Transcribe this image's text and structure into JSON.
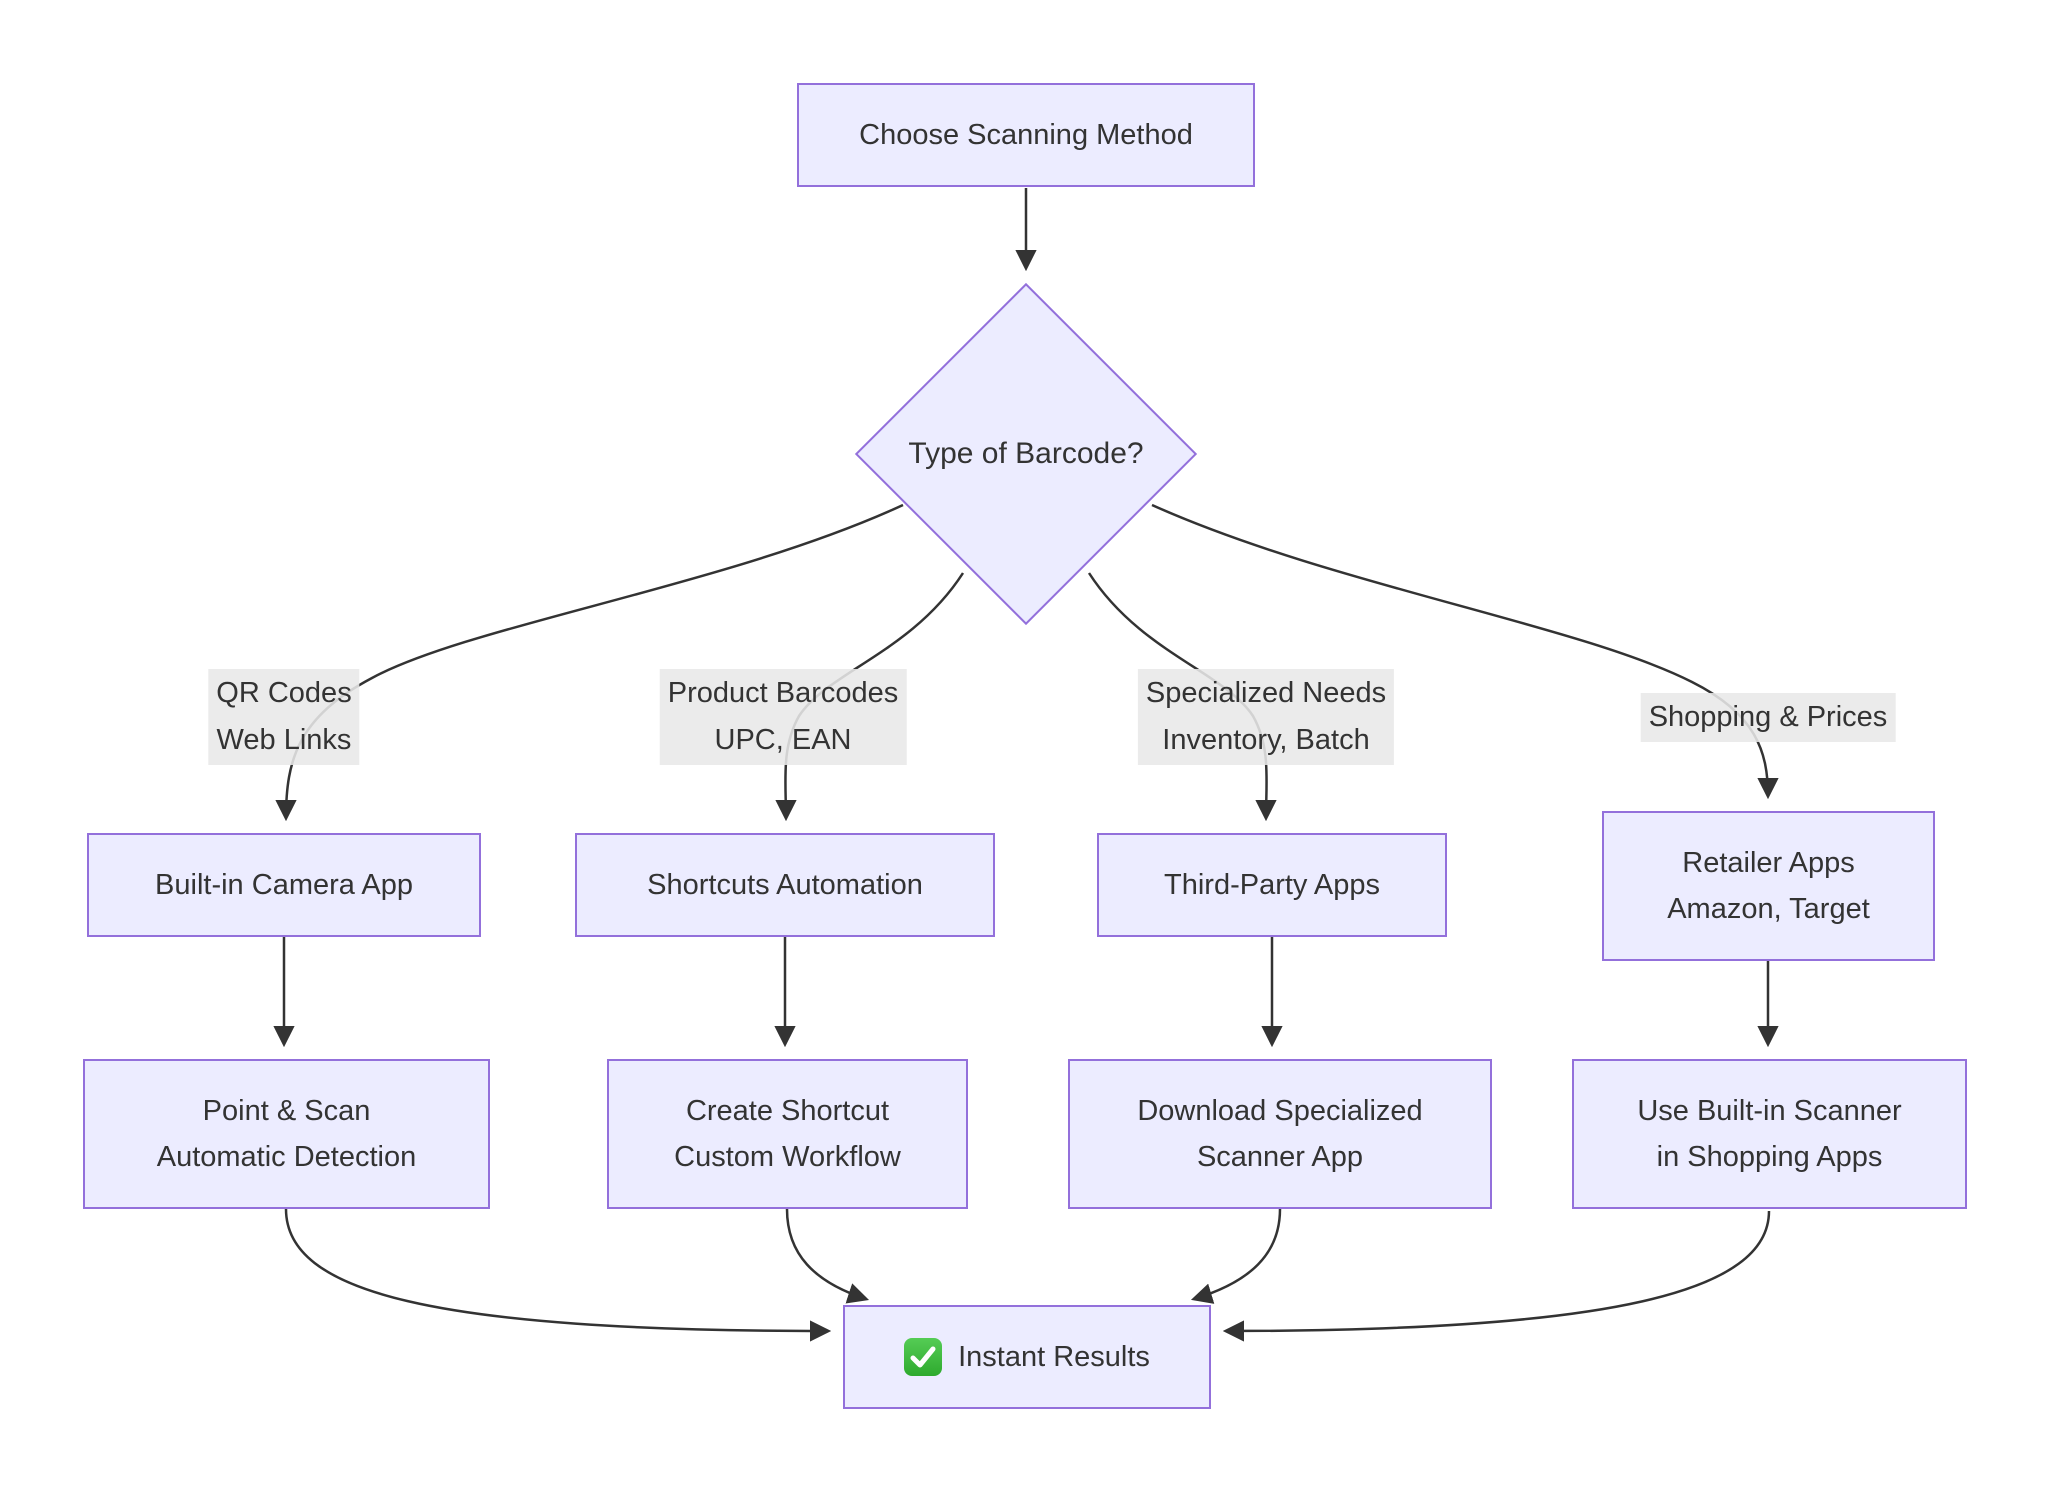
{
  "diagram_type": "flowchart",
  "start": {
    "label": "Choose Scanning Method"
  },
  "decision": {
    "label": "Type of Barcode?"
  },
  "branches": [
    {
      "edge_label": {
        "line1": "QR Codes",
        "line2": "Web Links"
      },
      "method": {
        "line1": "Built-in Camera App"
      },
      "action": {
        "line1": "Point & Scan",
        "line2": "Automatic Detection"
      }
    },
    {
      "edge_label": {
        "line1": "Product Barcodes",
        "line2": "UPC, EAN"
      },
      "method": {
        "line1": "Shortcuts Automation"
      },
      "action": {
        "line1": "Create Shortcut",
        "line2": "Custom Workflow"
      }
    },
    {
      "edge_label": {
        "line1": "Specialized Needs",
        "line2": "Inventory, Batch"
      },
      "method": {
        "line1": "Third-Party Apps"
      },
      "action": {
        "line1": "Download Specialized",
        "line2": "Scanner App"
      }
    },
    {
      "edge_label": {
        "line1": "Shopping & Prices"
      },
      "method": {
        "line1": "Retailer Apps",
        "line2": "Amazon, Target"
      },
      "action": {
        "line1": "Use Built-in Scanner",
        "line2": "in Shopping Apps"
      }
    }
  ],
  "result": {
    "icon": "✅",
    "icon_name": "check-mark-icon",
    "label": "Instant Results"
  },
  "connections": [
    {
      "from": "Choose Scanning Method",
      "to": "Type of Barcode?",
      "label": ""
    },
    {
      "from": "Type of Barcode?",
      "to": "Built-in Camera App",
      "label": "QR Codes Web Links"
    },
    {
      "from": "Type of Barcode?",
      "to": "Shortcuts Automation",
      "label": "Product Barcodes UPC, EAN"
    },
    {
      "from": "Type of Barcode?",
      "to": "Third-Party Apps",
      "label": "Specialized Needs Inventory, Batch"
    },
    {
      "from": "Type of Barcode?",
      "to": "Retailer Apps Amazon, Target",
      "label": "Shopping & Prices"
    },
    {
      "from": "Built-in Camera App",
      "to": "Point & Scan Automatic Detection",
      "label": ""
    },
    {
      "from": "Shortcuts Automation",
      "to": "Create Shortcut Custom Workflow",
      "label": ""
    },
    {
      "from": "Third-Party Apps",
      "to": "Download Specialized Scanner App",
      "label": ""
    },
    {
      "from": "Retailer Apps Amazon, Target",
      "to": "Use Built-in Scanner in Shopping Apps",
      "label": ""
    },
    {
      "from": "Point & Scan Automatic Detection",
      "to": "Instant Results",
      "label": ""
    },
    {
      "from": "Create Shortcut Custom Workflow",
      "to": "Instant Results",
      "label": ""
    },
    {
      "from": "Download Specialized Scanner App",
      "to": "Instant Results",
      "label": ""
    },
    {
      "from": "Use Built-in Scanner in Shopping Apps",
      "to": "Instant Results",
      "label": ""
    }
  ],
  "colors": {
    "node_fill": "#ECECFF",
    "node_border": "#9370DB",
    "edge_stroke": "#333333",
    "edge_label_bg": "#E8E8E8",
    "text": "#333333",
    "check_icon_green": "#2EAA2E",
    "background": "#FFFFFF"
  }
}
